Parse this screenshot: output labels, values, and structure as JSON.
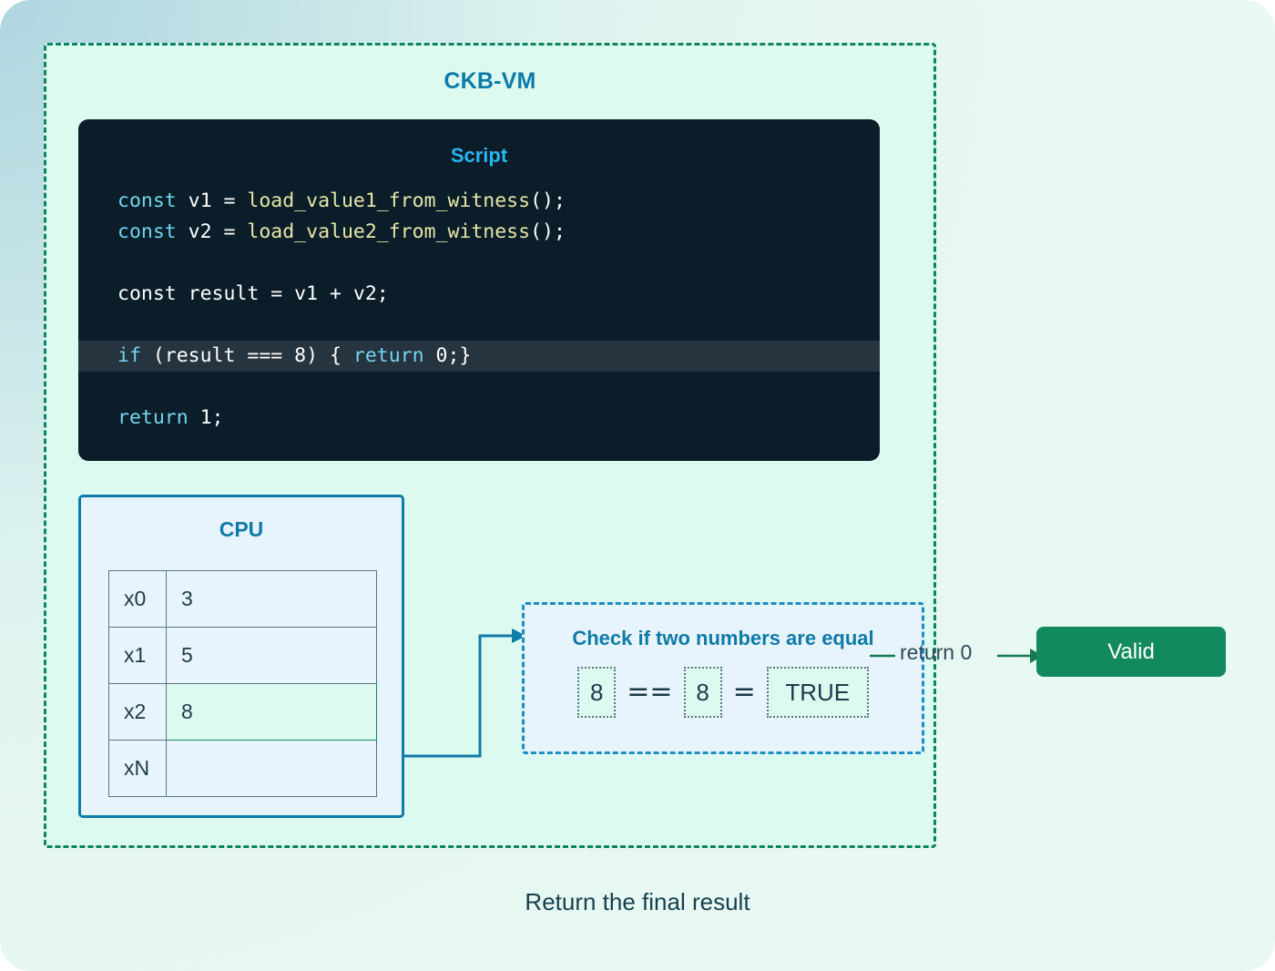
{
  "diagram": {
    "vm": {
      "title": "CKB-VM"
    },
    "script": {
      "title": "Script",
      "lines": [
        {
          "id": "line-1",
          "highlight": false,
          "tokens": [
            {
              "t": "const",
              "c": "kw"
            },
            {
              "t": " v1 = ",
              "c": "plain"
            },
            {
              "t": "load_value1_from_witness",
              "c": "fn"
            },
            {
              "t": "();",
              "c": "plain"
            }
          ]
        },
        {
          "id": "line-2",
          "highlight": false,
          "tokens": [
            {
              "t": "const",
              "c": "kw"
            },
            {
              "t": " v2 = ",
              "c": "plain"
            },
            {
              "t": "load_value2_from_witness",
              "c": "fn"
            },
            {
              "t": "();",
              "c": "plain"
            }
          ]
        },
        {
          "id": "line-3",
          "highlight": false,
          "tokens": [
            {
              "t": " ",
              "c": "plain"
            }
          ]
        },
        {
          "id": "line-4",
          "highlight": false,
          "tokens": [
            {
              "t": "const result = v1 + v2;",
              "c": "plain"
            }
          ]
        },
        {
          "id": "line-5",
          "highlight": false,
          "tokens": [
            {
              "t": " ",
              "c": "plain"
            }
          ]
        },
        {
          "id": "line-6",
          "highlight": true,
          "tokens": [
            {
              "t": "if",
              "c": "kw"
            },
            {
              "t": " (result === 8) { ",
              "c": "plain"
            },
            {
              "t": "return",
              "c": "kw"
            },
            {
              "t": " 0;}",
              "c": "plain"
            }
          ]
        },
        {
          "id": "line-7",
          "highlight": false,
          "tokens": [
            {
              "t": " ",
              "c": "plain"
            }
          ]
        },
        {
          "id": "line-8",
          "highlight": false,
          "tokens": [
            {
              "t": "return",
              "c": "kw"
            },
            {
              "t": " 1;",
              "c": "plain"
            }
          ]
        }
      ]
    },
    "cpu": {
      "title": "CPU",
      "registers": [
        {
          "name": "x0",
          "value": "3",
          "highlight": false
        },
        {
          "name": "x1",
          "value": "5",
          "highlight": false
        },
        {
          "name": "x2",
          "value": "8",
          "highlight": true
        },
        {
          "name": "xN",
          "value": "",
          "highlight": false
        }
      ]
    },
    "compare": {
      "title": "Check if two numbers are equal",
      "left_value": "8",
      "operator": "==",
      "right_value": "8",
      "result_operator": "=",
      "result_value": "TRUE"
    },
    "result": {
      "return_label": "return 0",
      "badge_label": "Valid"
    },
    "caption": "Return the final result"
  },
  "colors": {
    "vm_border": "#0e8560",
    "vm_fill": "#ddfaf0",
    "accent_blue": "#0e7ba8",
    "script_bg": "#0b1d29",
    "script_title": "#29b6f0",
    "code_keyword": "#72d5f0",
    "code_function": "#e6e6a8",
    "code_plain": "#ffffff",
    "highlight_line_bg": "#26343f",
    "cpu_fill": "#e8f4fd",
    "register_border": "#5a7684",
    "register_highlight": "#128a5e",
    "connector": "#0e7ba8",
    "valid_green": "#128a5e",
    "caption_text": "#14414f"
  }
}
